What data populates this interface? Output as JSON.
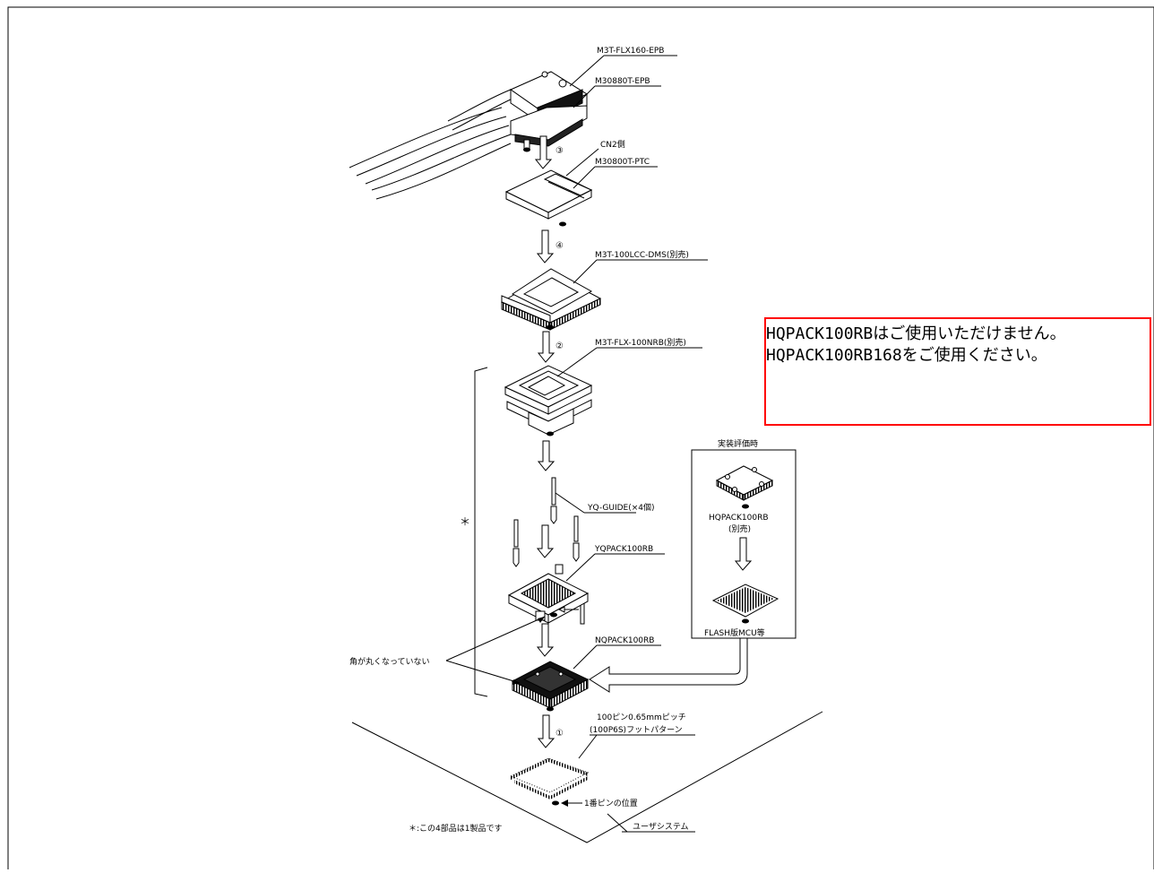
{
  "labels": {
    "epb160": "M3T-FLX160-EPB",
    "epb880": "M30880T-EPB",
    "cn2": "CN2側",
    "ptc": "M30800T-PTC",
    "dms": "M3T-100LCC-DMS(別売)",
    "nrb": "M3T-FLX-100NRB(別売)",
    "guide": "YQ-GUIDE(×4個)",
    "yqpack": "YQPACK100RB",
    "nqpack": "NQPACK100RB",
    "corner": "角が丸くなっていない",
    "pattern1": "100ピン0.65mmピッチ",
    "pattern2": "(100P6S)フットパターン",
    "pin1": "1番ピンの位置",
    "footnote": "＊:この4部品は1製品です",
    "user_system": "ユーザシステム",
    "asterisk": "＊",
    "eval_title": "実装評価時",
    "hqpack": "HQPACK100RB",
    "hqpack_sub": "(別売)",
    "flash": "FLASH版MCU等"
  },
  "steps": {
    "s1": "①",
    "s2": "②",
    "s3": "③",
    "s4": "④"
  },
  "notice": {
    "line1": "HQPACK100RBはご使用いただけません。",
    "line2": "HQPACK100RB168をご使用ください。",
    "border_color": "#ff0000"
  }
}
